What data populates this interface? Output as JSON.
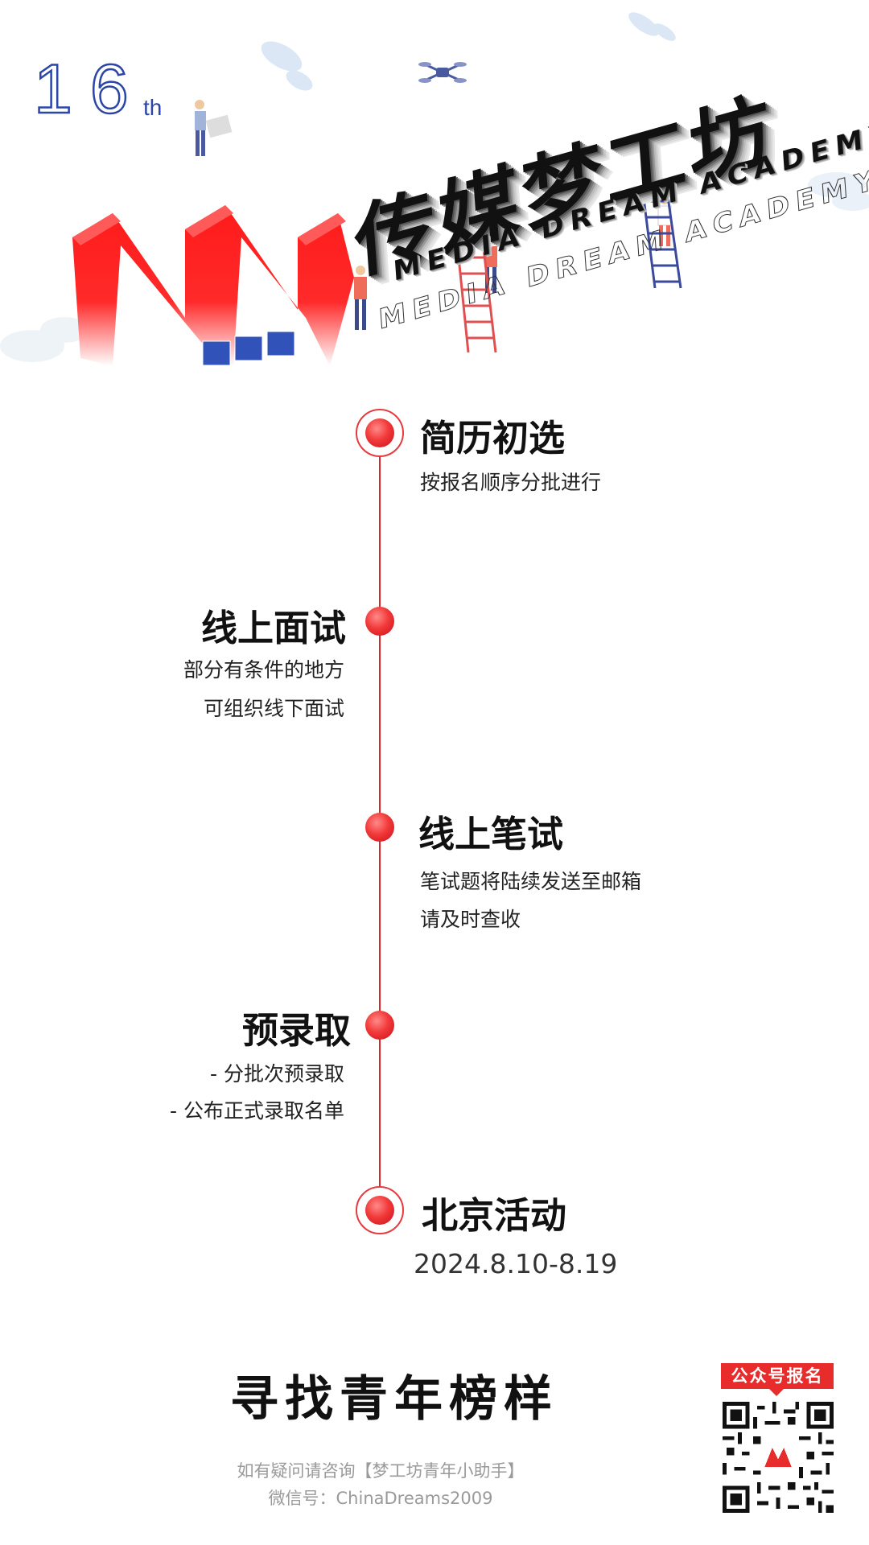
{
  "header": {
    "edition_number": "16",
    "edition_suffix": "th",
    "brand_title": "传媒梦工坊",
    "brand_subtitle": "MEDIA DREAM ACADEMY"
  },
  "timeline": [
    {
      "title": "简历初选",
      "lines": [
        "按报名顺序分批进行"
      ]
    },
    {
      "title": "线上面试",
      "lines": [
        "部分有条件的地方",
        "可组织线下面试"
      ]
    },
    {
      "title": "线上笔试",
      "lines": [
        "笔试题将陆续发送至邮箱",
        "请及时查收"
      ]
    },
    {
      "title": "预录取",
      "lines": [
        "- 分批次预录取",
        "- 公布正式录取名单"
      ]
    },
    {
      "title": "北京活动",
      "lines": [
        "2024.8.10-8.19"
      ]
    }
  ],
  "footer": {
    "slogan": "寻找青年榜样",
    "contact_line1": "如有疑问请咨询【梦工坊青年小助手】",
    "contact_line2": "微信号：ChinaDreams2009",
    "qr_label": "公众号报名"
  },
  "colors": {
    "accent_red": "#e82b2b",
    "edition_blue": "#2b46a8",
    "text_dark": "#111111",
    "text_gray": "#9a9a9a"
  }
}
